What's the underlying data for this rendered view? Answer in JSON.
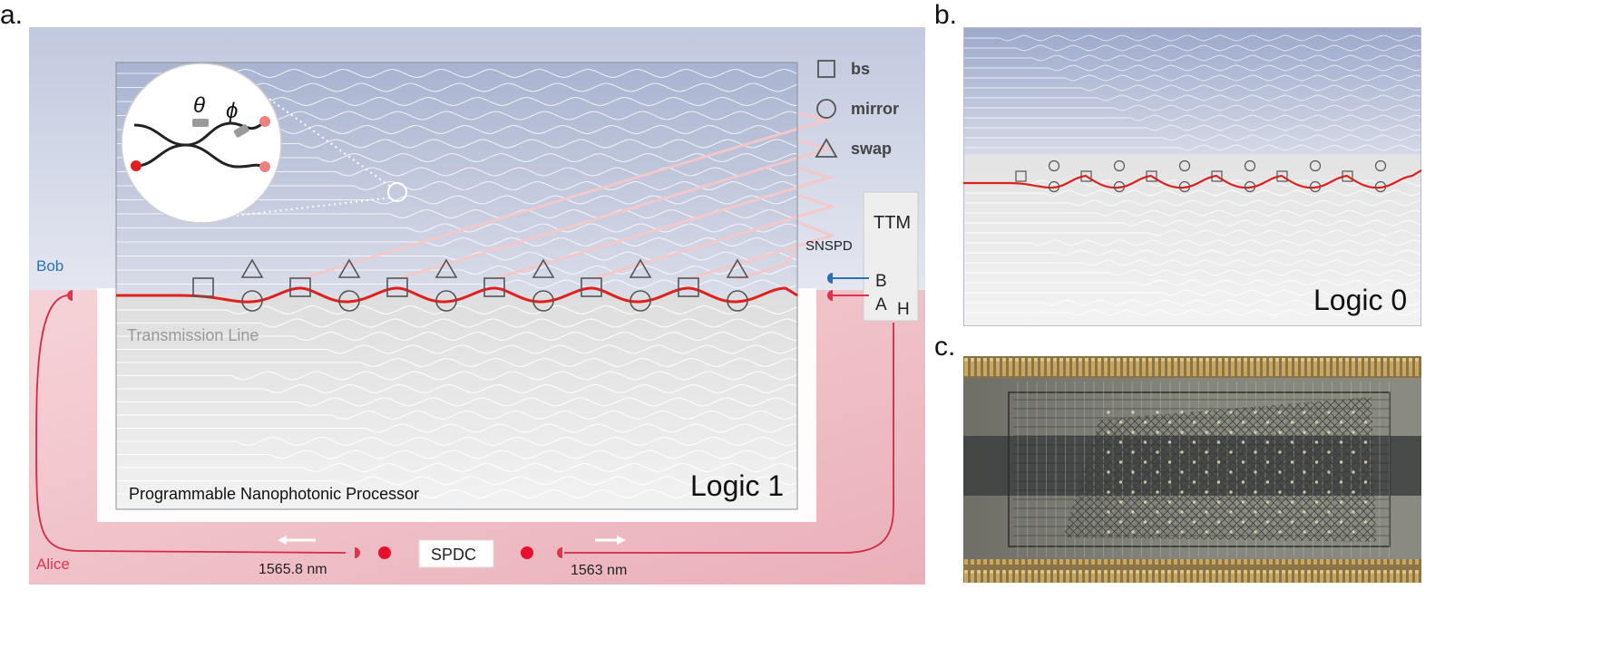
{
  "panels": {
    "a": "a.",
    "b": "b.",
    "c": "c."
  },
  "legend": [
    {
      "symbol": "square",
      "label": "bs"
    },
    {
      "symbol": "circle",
      "label": "mirror"
    },
    {
      "symbol": "triangle",
      "label": "swap"
    }
  ],
  "zoom": {
    "theta": "θ",
    "phi": "ϕ"
  },
  "labels": {
    "bob": "Bob",
    "alice": "Alice",
    "transmission_line": "Transmission Line",
    "processor": "Programmable Nanophotonic Processor",
    "logic1": "Logic 1",
    "logic0": "Logic 0",
    "snspd": "SNSPD",
    "ttm": "TTM",
    "b": "B",
    "a": "A",
    "h": "H",
    "spdc": "SPDC",
    "wl_left": "1565.8 nm",
    "wl_right": "1563 nm"
  },
  "colors": {
    "bob_blue": "#2f6fb8",
    "alice_red": "#e0344e",
    "path_red": "#e0201c",
    "pale_red": "#f6c7c7",
    "bob_bg": "#c4cbe0",
    "alice_bg": "#f3c6cc"
  }
}
